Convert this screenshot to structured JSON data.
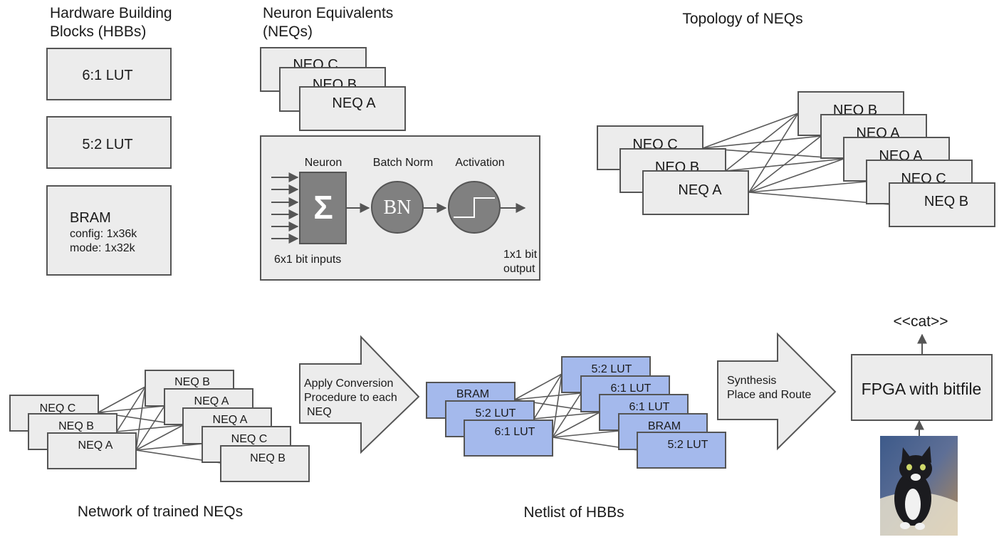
{
  "hbb": {
    "title_line1": "Hardware Building",
    "title_line2": "Blocks (HBBs)",
    "lut6": "6:1 LUT",
    "lut5": "5:2 LUT",
    "bram": "BRAM",
    "bram_config": "config: 1x36k",
    "bram_mode": "mode: 1x32k"
  },
  "neq": {
    "title_line1": "Neuron Equivalents",
    "title_line2": "(NEQs)",
    "stack": [
      "NEQ C",
      "NEQ B",
      "NEQ A"
    ],
    "neuron_label": "Neuron",
    "batchnorm_label": "Batch Norm",
    "activation_label": "Activation",
    "sigma_symbol": "Σ",
    "bn_symbol": "BN",
    "inputs_label": "6x1 bit inputs",
    "output_line1": "1x1 bit",
    "output_line2": "output"
  },
  "topology": {
    "title": "Topology of NEQs",
    "left_stack": [
      "NEQ C",
      "NEQ B",
      "NEQ A"
    ],
    "right_stack": [
      "NEQ B",
      "NEQ A",
      "NEQ A",
      "NEQ C",
      "NEQ B"
    ]
  },
  "network": {
    "caption": "Network of trained NEQs",
    "left_stack": [
      "NEQ C",
      "NEQ B",
      "NEQ A"
    ],
    "right_stack": [
      "NEQ B",
      "NEQ A",
      "NEQ A",
      "NEQ C",
      "NEQ B"
    ]
  },
  "conversion": {
    "line1": "Apply Conversion",
    "line2": "Procedure to each",
    "line3": "NEQ"
  },
  "netlist": {
    "caption": "Netlist of HBBs",
    "left_stack": [
      "BRAM",
      "5:2 LUT",
      "6:1 LUT"
    ],
    "right_stack": [
      "5:2 LUT",
      "6:1 LUT",
      "6:1 LUT",
      "BRAM",
      "5:2 LUT"
    ]
  },
  "synthesis": {
    "line1": "Synthesis",
    "line2": "Place and Route"
  },
  "fpga": {
    "label": "FPGA with bitfile",
    "output_label": "<<cat>>"
  },
  "colors": {
    "box_fill": "#ececec",
    "hbb_blue": "#a4b9ec",
    "neuron_gray": "#808080"
  }
}
